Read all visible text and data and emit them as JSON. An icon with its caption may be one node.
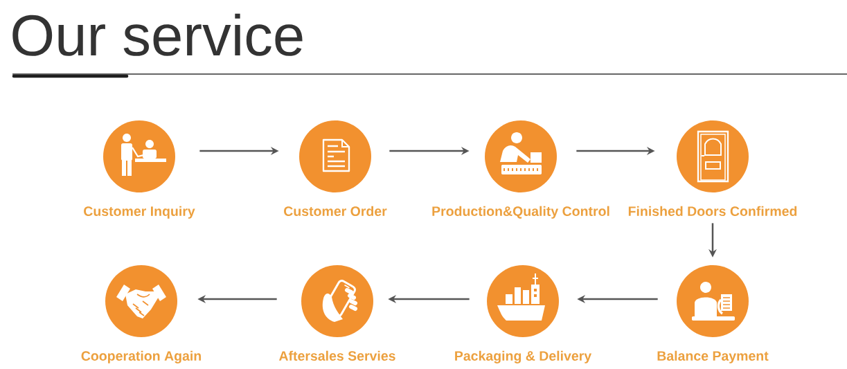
{
  "diagram": {
    "title": "Our service",
    "nodes": [
      {
        "text": [
          "Customer Inquiry"
        ]
      },
      {
        "text": [
          "Customer Order"
        ]
      },
      {
        "text": [
          "Production&Quality Control"
        ]
      },
      {
        "text": [
          "Finished Doors Confirmed"
        ]
      },
      {
        "text": [
          "Balance Payment"
        ]
      },
      {
        "text": [
          "Packaging & Delivery"
        ]
      },
      {
        "text": [
          "Aftersales Servies"
        ]
      },
      {
        "text": [
          "Cooperation Again"
        ]
      }
    ],
    "edges": [
      {
        "from": 0,
        "to": 1,
        "arrow": "to"
      },
      {
        "from": 1,
        "to": 2,
        "arrow": "to"
      },
      {
        "from": 2,
        "to": 3,
        "arrow": "to"
      },
      {
        "from": 3,
        "to": 4,
        "arrow": "to"
      },
      {
        "from": 4,
        "to": 5,
        "arrow": "to"
      },
      {
        "from": 5,
        "to": 6,
        "arrow": "to"
      },
      {
        "from": 6,
        "to": 7,
        "arrow": "to"
      }
    ]
  }
}
